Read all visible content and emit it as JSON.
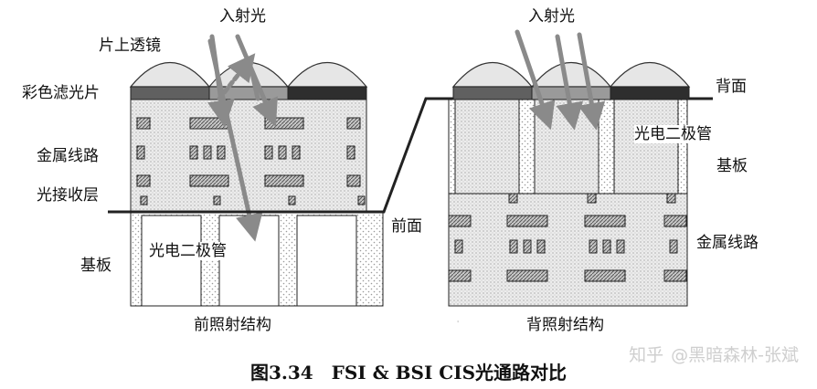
{
  "left": {
    "incident_light": "入射光",
    "lens": "片上透镜",
    "color_filter": "彩色滤光片",
    "metal_wiring": "金属线路",
    "light_receiving_layer": "光接收层",
    "substrate": "基板",
    "photodiode": "光电二极管",
    "structure_name": "前照射结构"
  },
  "right": {
    "incident_light": "入射光",
    "back_side": "背面",
    "photodiode": "光电二极管",
    "substrate": "基板",
    "front_side": "前面",
    "metal_wiring": "金属线路",
    "structure_name": "背照射结构"
  },
  "caption": "图3.34　FSI & BSI CIS光通路对比",
  "watermark": {
    "logo": "知乎",
    "text": "@黑暗森林-张斌"
  },
  "colors": {
    "lens_fill": "#e6e6e6",
    "filter_dark": "#2e2e2e",
    "filter_mid": "#777777",
    "arrow": "#8a8a8a",
    "line": "#222222"
  }
}
